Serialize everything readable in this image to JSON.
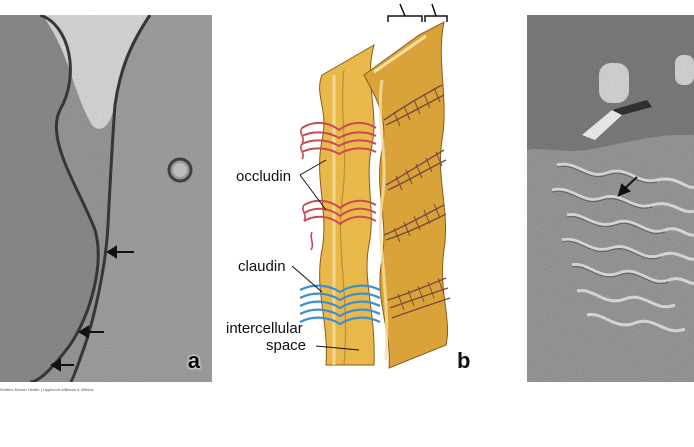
{
  "figure": {
    "panel_a": {
      "letter": "a"
    },
    "panel_b": {
      "letter": "b",
      "labels": {
        "occludin": "occludin",
        "claudin": "claudin",
        "intercellular": "intercellular",
        "space": "space"
      }
    },
    "credit": "Wolters Kluwer Health | Lippincott Williams & Wilkins"
  },
  "colors": {
    "membrane": "#e8b84a",
    "membrane_face": "#d9a33a",
    "occludin": "#c94a52",
    "claudin": "#3d8fcf",
    "protein_strand": "#7a4a3a",
    "em_background": "#b9b9b9",
    "freeze_fracture": "#a7a7a7"
  }
}
